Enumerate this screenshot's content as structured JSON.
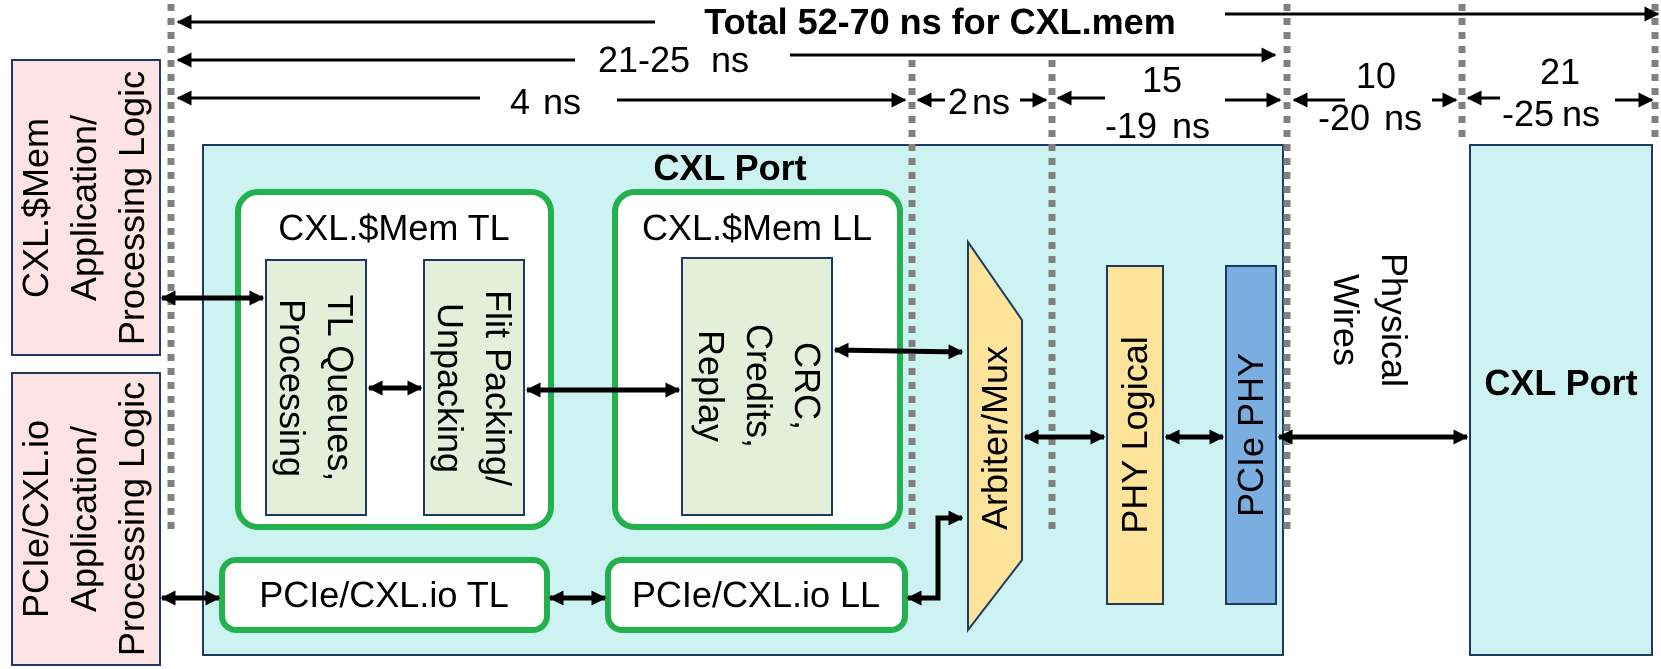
{
  "colors": {
    "port_fill": "#ccf3f1",
    "app_fill": "#fde3e3",
    "tl_box_fill": "#e3efd8",
    "green_border": "#22b14c",
    "mux_fill": "#fde49a",
    "phy_logical_fill": "#fde49a",
    "pcie_phy_fill": "#7aaee0",
    "dark_border": "#1f3864"
  },
  "timing": {
    "total": "Total 52-70 ns for CXL.mem",
    "span_21_25_a": "21-25",
    "span_21_25_b": "ns",
    "span_4_a": "4",
    "span_4_b": "ns",
    "span_2_a": "2",
    "span_2_b": "ns",
    "span_15_line1": "15",
    "span_15_line2a": "-19",
    "span_15_line2b": "ns",
    "span_10_line1": "10",
    "span_10_line2a": "-20",
    "span_10_line2b": "ns",
    "span_21_line1": "21",
    "span_21_line2a": "-25",
    "span_21_line2b": "ns"
  },
  "left": {
    "mem_app_line1": "CXL.$Mem",
    "mem_app_line2": "Application/",
    "mem_app_line3": "Processing Logic",
    "io_app_line1": "PCIe/CXL.io",
    "io_app_line2": "Application/",
    "io_app_line3": "Processing Logic"
  },
  "port": {
    "title": "CXL Port",
    "mem_tl_title": "CXL.$Mem TL",
    "tl_queues_line1": "TL Queues,",
    "tl_queues_line2": "Processing",
    "flit_line1": "Flit Packing/",
    "flit_line2": "Unpacking",
    "mem_ll_title": "CXL.$Mem LL",
    "crc_line1": "CRC,",
    "crc_line2": "Credits,",
    "crc_line3": "Replay",
    "io_tl": "PCIe/CXL.io TL",
    "io_ll": "PCIe/CXL.io LL",
    "mux": "Arbiter/Mux",
    "phy_logical": "PHY Logical",
    "pcie_phy": "PCIe PHY"
  },
  "wires": {
    "line1": "Physical",
    "line2": "Wires"
  },
  "remote": {
    "title": "CXL Port"
  }
}
